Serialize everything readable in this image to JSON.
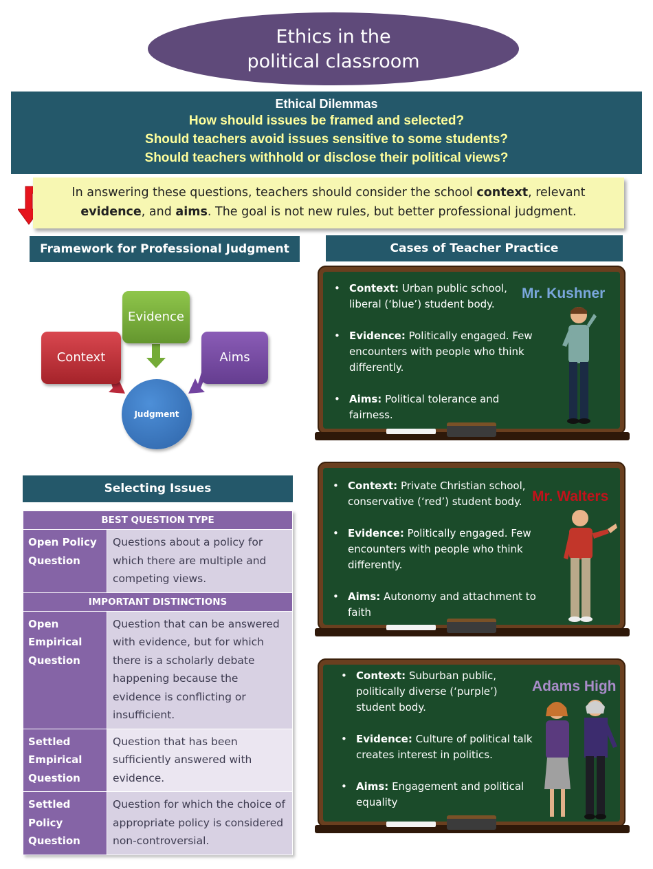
{
  "title": {
    "line1": "Ethics in the",
    "line2": "political classroom"
  },
  "dilemmas": {
    "heading": "Ethical Dilemmas",
    "questions": [
      "How should issues be framed and selected?",
      "Should teachers avoid issues sensitive to some students?",
      "Should teachers withhold or disclose their political views?"
    ]
  },
  "note": {
    "p1": "In answering these questions, teachers should consider the school ",
    "k1": "context",
    "p2": ", relevant ",
    "k2": "evidence",
    "p3": ", and ",
    "k3": "aims",
    "p4": ". The goal is not new rules, but better professional judgment."
  },
  "framework": {
    "heading": "Framework for Professional Judgment",
    "context": "Context",
    "evidence": "Evidence",
    "aims": "Aims",
    "judgment": "Judgment"
  },
  "cases": {
    "heading": "Cases of Teacher Practice",
    "boards": [
      {
        "name": "Mr. Kushner",
        "items": [
          {
            "label": "Context:",
            "text": " Urban public school, liberal  (‘blue’) student body."
          },
          {
            "label": "Evidence:",
            "text": " Politically engaged. Few encounters with people who think differently."
          },
          {
            "label": "Aims:",
            "text": " Political tolerance and fairness."
          }
        ]
      },
      {
        "name": "Mr. Walters",
        "items": [
          {
            "label": "Context:",
            "text": " Private Christian school, conservative (‘red’) student body."
          },
          {
            "label": "Evidence:",
            "text": " Politically engaged. Few encounters with people who think differently."
          },
          {
            "label": "Aims:",
            "text": " Autonomy and attachment to faith"
          }
        ]
      },
      {
        "name": "Adams High",
        "items": [
          {
            "label": "Context:",
            "text": " Suburban public, politically diverse  (‘purple’) student body."
          },
          {
            "label": "Evidence:",
            "text": " Culture of political talk creates interest in politics."
          },
          {
            "label": "Aims:",
            "text": " Engagement and political equality"
          }
        ]
      }
    ]
  },
  "selecting": {
    "heading": "Selecting Issues",
    "best_header": "BEST QUESTION TYPE",
    "distinctions_header": "IMPORTANT DISTINCTIONS",
    "rows": [
      {
        "label": "Open Policy Question",
        "desc": "Questions about a policy for which there are multiple and competing views."
      },
      {
        "label": "Open Empirical Question",
        "desc": "Question that can be answered with evidence, but for which there is a scholarly debate happening because the evidence is conflicting or insufficient."
      },
      {
        "label": "Settled Empirical Question",
        "desc": "Question that has been sufficiently answered with evidence."
      },
      {
        "label": "Settled Policy Question",
        "desc": "Question for which the choice of appropriate policy is considered non-controversial."
      }
    ]
  },
  "colors": {
    "banner": "#24586a",
    "title_ellipse": "#5f4a7a",
    "question_text": "#ffff9c",
    "table_purple": "#8564a6",
    "chalkboard": "#1b4b2a"
  }
}
